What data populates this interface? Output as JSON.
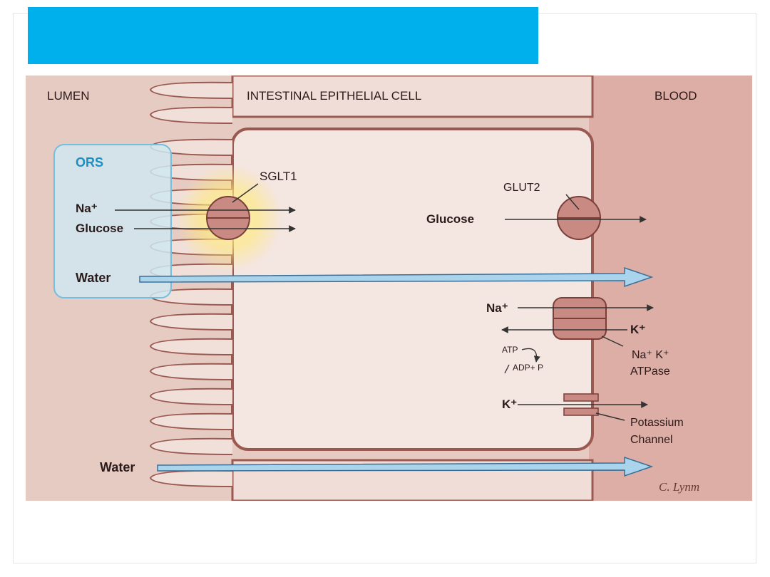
{
  "labels": {
    "lumen": "LUMEN",
    "cell": "INTESTINAL EPITHELIAL CELL",
    "blood": "BLOOD",
    "ors": "ORS",
    "sglt1": "SGLT1",
    "na_in": "Na⁺",
    "glucose_in": "Glucose",
    "water_upper": "Water",
    "glut2": "GLUT2",
    "glucose_out": "Glucose",
    "na_pump": "Na⁺",
    "k_pump": "K⁺",
    "atp": "ATP",
    "adp": "ADP+ P",
    "pump_name_1": "Na⁺ K⁺",
    "pump_name_2": "ATPase",
    "k_channel": "K⁺",
    "potassium_1": "Potassium",
    "potassium_2": "Channel",
    "water_lower": "Water",
    "signature": "C. Lynm"
  },
  "colors": {
    "title_bar": "#00b0ec",
    "background": "#e9cfc8",
    "blood": "#dcaea5",
    "cell": "#f4e6e1",
    "ors_box": "#cfe7f0",
    "ors_text": "#1a8fc4",
    "arrow_water": "#a9d4ec",
    "transporter": "#c98a83"
  }
}
